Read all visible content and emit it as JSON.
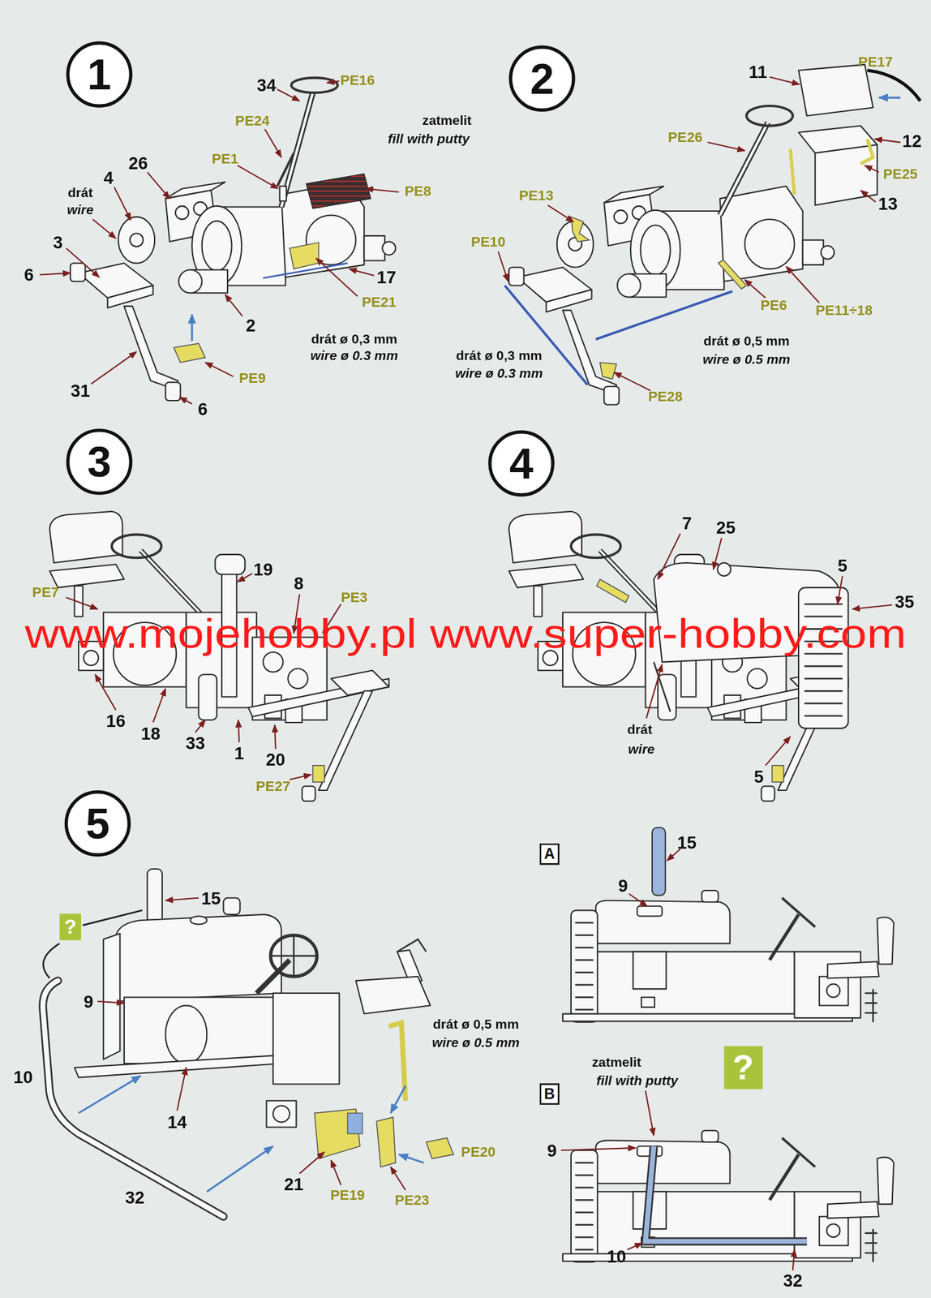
{
  "diagram": {
    "nodes": [
      {
        "text": [
          "1"
        ]
      },
      {
        "text": [
          "2"
        ]
      },
      {
        "text": [
          "3"
        ]
      },
      {
        "text": [
          "4"
        ]
      },
      {
        "text": [
          "5"
        ]
      },
      {
        "text": [
          "?"
        ]
      },
      {
        "text": [
          "A"
        ]
      },
      {
        "text": [
          "B"
        ]
      },
      {
        "text": [
          "?"
        ]
      }
    ],
    "labels": [
      "34",
      "PE16",
      "PE24",
      "zatmelit",
      "fill with putty",
      "PE1",
      "PE8",
      "26",
      "4",
      "drát",
      "wire",
      "3",
      "6",
      "17",
      "2",
      "PE21",
      "drát ø 0,3 mm",
      "wire ø 0.3 mm",
      "31",
      "PE9",
      "6",
      "11",
      "PE17",
      "PE26",
      "12",
      "PE25",
      "13",
      "PE13",
      "PE10",
      "PE6",
      "PE11÷18",
      "drát ø 0,5 mm",
      "wire ø 0.5 mm",
      "drát ø 0,3 mm",
      "wire ø 0.3 mm",
      "PE28",
      "19",
      "8",
      "PE3",
      "PE7",
      "16",
      "18",
      "33",
      "1",
      "20",
      "PE27",
      "7",
      "25",
      "5",
      "35",
      "drát",
      "wire",
      "5",
      "www.mojehobby.pl www.super-hobby.com",
      "15",
      "9",
      "10",
      "14",
      "drát ø 0,5 mm",
      "wire ø 0.5 mm",
      "PE20",
      "21",
      "PE19",
      "PE23",
      "32",
      "15",
      "9",
      "zatmelit",
      "fill with putty",
      "9",
      "10",
      "32"
    ]
  }
}
